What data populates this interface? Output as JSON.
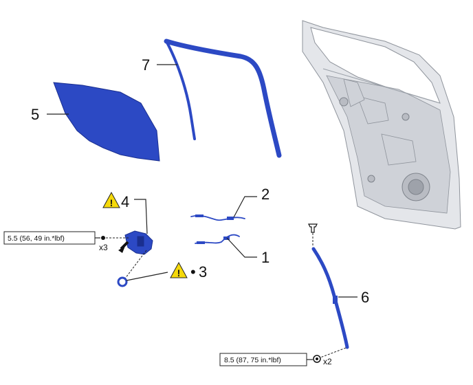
{
  "callouts": {
    "p1": "1",
    "p2": "2",
    "p3": "3",
    "p4": "4",
    "p5": "5",
    "p6": "6",
    "p7": "7",
    "bullet": "•"
  },
  "torque": {
    "spec_a": "5.5 (56, 49 in.*lbf)",
    "qty_a": "x3",
    "spec_b": "8.5 (87, 75 in.*lbf)",
    "qty_b": "x2"
  },
  "warning": {
    "symbol": "!",
    "color": "#f5d90a"
  },
  "colors": {
    "part_blue": "#2c49c4",
    "door_gray": "#e4e6ea"
  }
}
